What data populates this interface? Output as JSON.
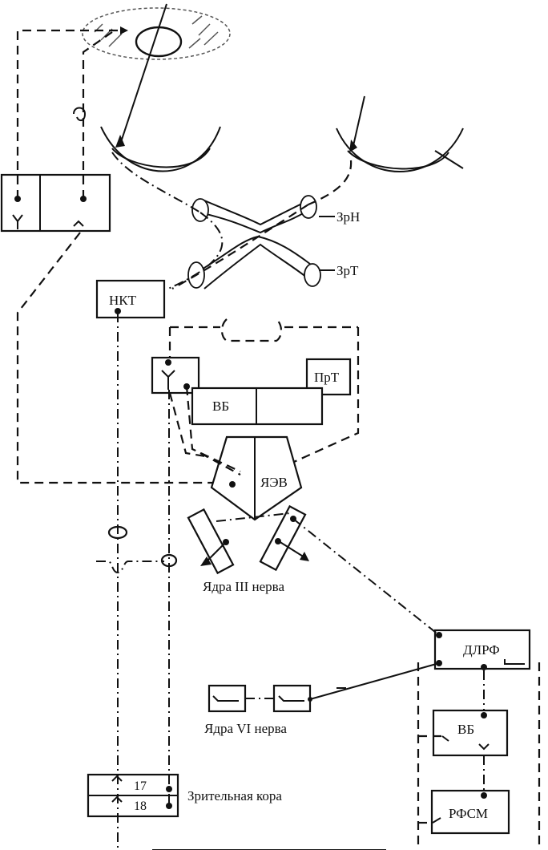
{
  "labels": {
    "zrn": "ЗрН",
    "zrt": "ЗрТ",
    "nkt": "НКТ",
    "prt": "ПрТ",
    "vb_top": "ВБ",
    "yaev": "ЯЭВ",
    "nuclei_iii": "Ядра III нерва",
    "dlrf": "ДЛРФ",
    "nuclei_vi": "Ядра VI нерва",
    "vb_right": "ВБ",
    "cortex_17": "17",
    "cortex_18": "18",
    "visual_cortex": "Зрительная кора",
    "rfsm": "РФСМ"
  },
  "colors": {
    "ink": "#111111",
    "paper": "#ffffff"
  }
}
